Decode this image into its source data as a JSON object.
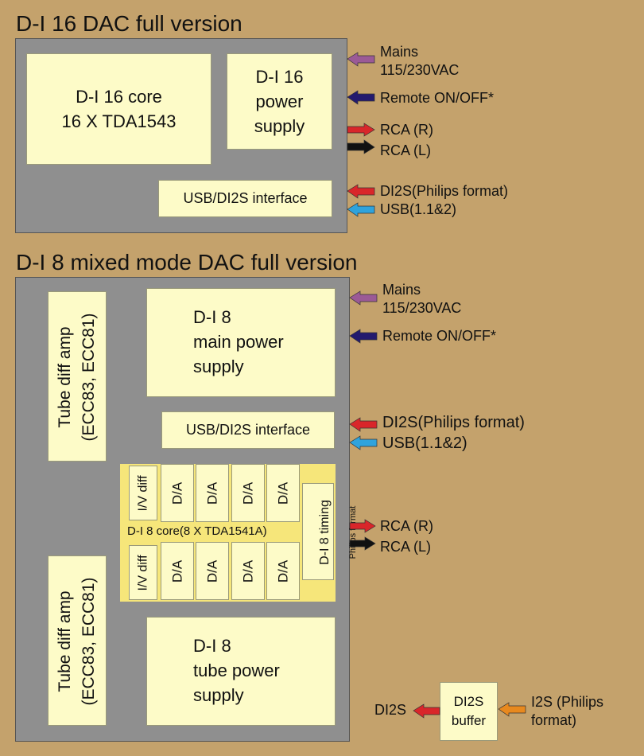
{
  "colors": {
    "background": "#c4a26c",
    "panel": "#8f8f8f",
    "block": "#fdfbc8",
    "core": "#f6e67a",
    "arrow_mains": "#9b5a96",
    "arrow_remote": "#241a6e",
    "arrow_r": "#d9262a",
    "arrow_l": "#111111",
    "arrow_usb": "#2fa3dc",
    "arrow_i2s": "#e8891e"
  },
  "di16": {
    "title": "D-I 16 DAC full version",
    "core_label": "D-I 16 core\n16 X TDA1543",
    "power_label": "D-I 16\npower\nsupply",
    "usb_label": "USB/DI2S interface",
    "io": {
      "mains": "Mains\n115/230VAC",
      "remote": "Remote ON/OFF*",
      "rca_r": "RCA (R)",
      "rca_l": "RCA (L)",
      "di2s": "DI2S(Philips format)",
      "usb": "USB(1.1&2)"
    }
  },
  "di8": {
    "title": "D-I 8 mixed mode DAC full version",
    "tube_amp_top": "Tube diff amp\n(ECC83, ECC81)",
    "tube_amp_bottom": "Tube diff amp\n(ECC83, ECC81)",
    "main_power": "D-I 8\nmain power\nsupply",
    "usb_label": "USB/DI2S interface",
    "core_label": "D-I 8  core(8 X TDA1541A)",
    "iv_top": "I/V diff",
    "iv_bottom": "I/V diff",
    "da_top": [
      "D/A",
      "D/A",
      "D/A",
      "D/A"
    ],
    "da_bottom": [
      "D/A",
      "D/A",
      "D/A",
      "D/A"
    ],
    "timing_label": "D-I 8 timing",
    "timing_sub": "Philips format",
    "tube_power": "D-I 8\ntube power\nsupply",
    "io": {
      "mains": "Mains\n115/230VAC",
      "remote": "Remote ON/OFF*",
      "di2s": "DI2S(Philips format)",
      "usb": "USB(1.1&2)",
      "rca_r": "RCA (R)",
      "rca_l": "RCA (L)"
    }
  },
  "buffer": {
    "label": "DI2S\nbuffer",
    "out_label": "DI2S",
    "in_label": "I2S (Philips\nformat)"
  }
}
